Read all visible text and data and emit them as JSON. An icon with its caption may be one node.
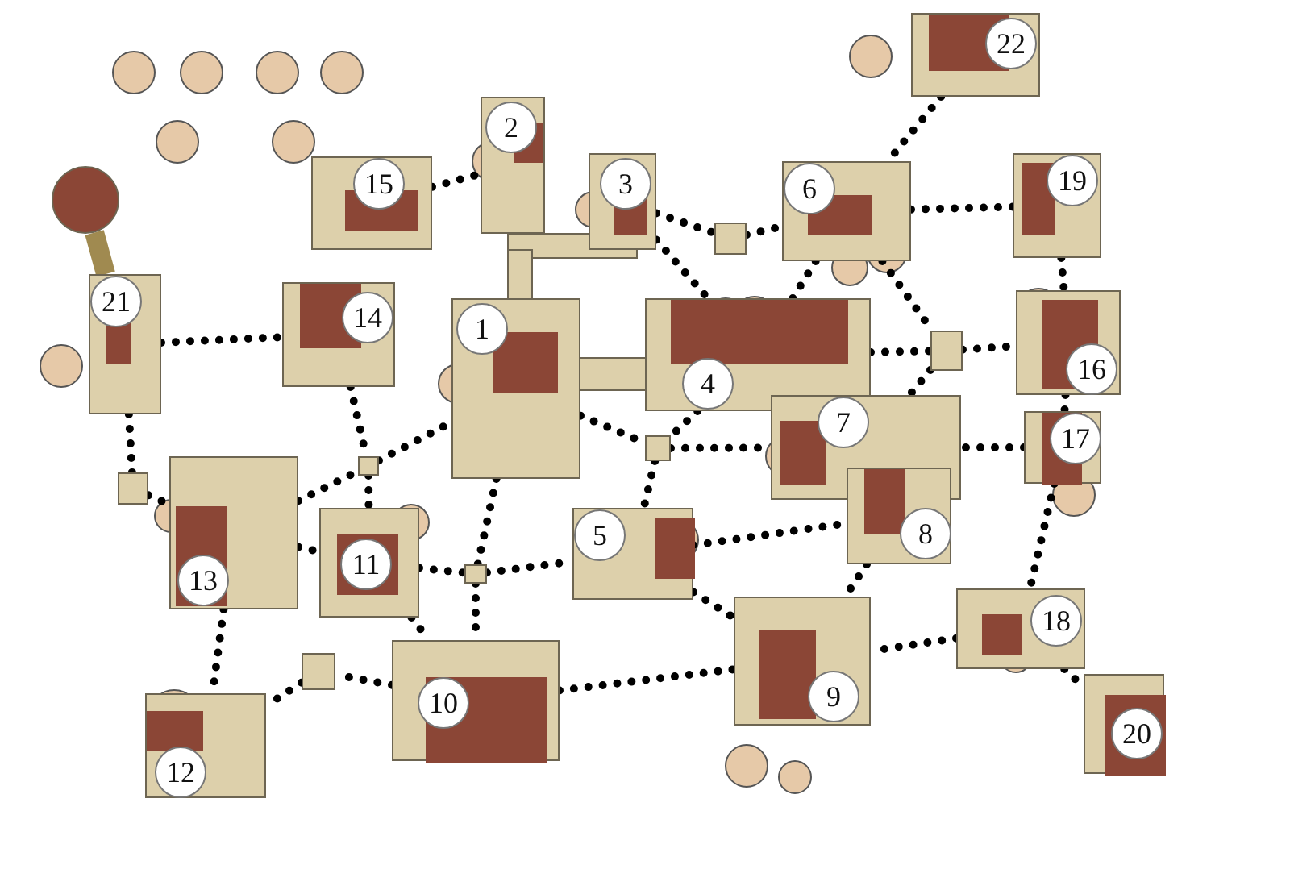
{
  "diagram": {
    "nodes": [
      {
        "text": [
          "1"
        ]
      },
      {
        "text": [
          "2"
        ]
      },
      {
        "text": [
          "3"
        ]
      },
      {
        "text": [
          "4"
        ]
      },
      {
        "text": [
          "5"
        ]
      },
      {
        "text": [
          "6"
        ]
      },
      {
        "text": [
          "7"
        ]
      },
      {
        "text": [
          "8"
        ]
      },
      {
        "text": [
          "9"
        ]
      },
      {
        "text": [
          "10"
        ]
      },
      {
        "text": [
          "11"
        ]
      },
      {
        "text": [
          "12"
        ]
      },
      {
        "text": [
          "13"
        ]
      },
      {
        "text": [
          "14"
        ]
      },
      {
        "text": [
          "15"
        ]
      },
      {
        "text": [
          "16"
        ]
      },
      {
        "text": [
          "17"
        ]
      },
      {
        "text": [
          "18"
        ]
      },
      {
        "text": [
          "19"
        ]
      },
      {
        "text": [
          "20"
        ]
      },
      {
        "text": [
          "21"
        ]
      },
      {
        "text": [
          "22"
        ]
      },
      {
        "text": [],
        "shape": "circle"
      },
      {
        "text": [],
        "shape": "box"
      },
      {
        "text": [],
        "shape": "box"
      },
      {
        "text": [],
        "shape": "box"
      },
      {
        "text": [],
        "shape": "box"
      },
      {
        "text": [],
        "shape": "box"
      },
      {
        "text": [],
        "shape": "box"
      },
      {
        "text": [],
        "shape": "box"
      }
    ],
    "edges": [
      {
        "from": 14,
        "to": 1,
        "arrow": "none",
        "style": "dashed"
      },
      {
        "from": 2,
        "to": 23,
        "arrow": "none",
        "style": "dashed"
      },
      {
        "from": 23,
        "to": 5,
        "arrow": "none",
        "style": "dashed"
      },
      {
        "from": 2,
        "to": 3,
        "arrow": "none",
        "style": "dashed"
      },
      {
        "from": 21,
        "to": 5,
        "arrow": "none",
        "style": "dashed"
      },
      {
        "from": 5,
        "to": 18,
        "arrow": "none",
        "style": "dashed"
      },
      {
        "from": 5,
        "to": 24,
        "arrow": "none",
        "style": "dashed"
      },
      {
        "from": 5,
        "to": 3,
        "arrow": "none",
        "style": "dashed"
      },
      {
        "from": 3,
        "to": 24,
        "arrow": "none",
        "style": "dashed"
      },
      {
        "from": 24,
        "to": 15,
        "arrow": "none",
        "style": "dashed"
      },
      {
        "from": 24,
        "to": 6,
        "arrow": "none",
        "style": "dashed"
      },
      {
        "from": 18,
        "to": 15,
        "arrow": "none",
        "style": "dashed"
      },
      {
        "from": 15,
        "to": 16,
        "arrow": "none",
        "style": "dashed"
      },
      {
        "from": 16,
        "to": 6,
        "arrow": "none",
        "style": "dashed"
      },
      {
        "from": 16,
        "to": 17,
        "arrow": "none",
        "style": "dashed"
      },
      {
        "from": 17,
        "to": 8,
        "arrow": "none",
        "style": "dashed"
      },
      {
        "from": 17,
        "to": 19,
        "arrow": "none",
        "style": "dashed"
      },
      {
        "from": 7,
        "to": 8,
        "arrow": "none",
        "style": "dashed"
      },
      {
        "from": 4,
        "to": 7,
        "arrow": "none",
        "style": "dashed"
      },
      {
        "from": 3,
        "to": 25,
        "arrow": "none",
        "style": "dashed"
      },
      {
        "from": 25,
        "to": 6,
        "arrow": "none",
        "style": "dashed"
      },
      {
        "from": 25,
        "to": 4,
        "arrow": "none",
        "style": "dashed"
      },
      {
        "from": 0,
        "to": 25,
        "arrow": "none",
        "style": "dashed"
      },
      {
        "from": 4,
        "to": 8,
        "arrow": "none",
        "style": "dashed"
      },
      {
        "from": 9,
        "to": 8,
        "arrow": "none",
        "style": "dashed"
      },
      {
        "from": 0,
        "to": 26,
        "arrow": "none",
        "style": "dashed"
      },
      {
        "from": 26,
        "to": 9,
        "arrow": "none",
        "style": "dashed"
      },
      {
        "from": 10,
        "to": 26,
        "arrow": "none",
        "style": "dashed"
      },
      {
        "from": 26,
        "to": 4,
        "arrow": "none",
        "style": "dashed"
      },
      {
        "from": 10,
        "to": 9,
        "arrow": "none",
        "style": "dashed"
      },
      {
        "from": 9,
        "to": 27,
        "arrow": "none",
        "style": "dashed"
      },
      {
        "from": 27,
        "to": 11,
        "arrow": "none",
        "style": "dashed"
      },
      {
        "from": 12,
        "to": 11,
        "arrow": "none",
        "style": "dashed"
      },
      {
        "from": 12,
        "to": 10,
        "arrow": "none",
        "style": "dashed"
      },
      {
        "from": 12,
        "to": 28,
        "arrow": "none",
        "style": "dashed"
      },
      {
        "from": 28,
        "to": 0,
        "arrow": "none",
        "style": "dashed"
      },
      {
        "from": 28,
        "to": 10,
        "arrow": "none",
        "style": "dashed"
      },
      {
        "from": 13,
        "to": 28,
        "arrow": "none",
        "style": "dashed"
      },
      {
        "from": 20,
        "to": 13,
        "arrow": "none",
        "style": "dashed"
      },
      {
        "from": 20,
        "to": 29,
        "arrow": "none",
        "style": "dashed"
      },
      {
        "from": 29,
        "to": 12,
        "arrow": "none",
        "style": "dashed"
      },
      {
        "from": 22,
        "to": 20,
        "arrow": "none",
        "style": "thick",
        "color": "#a08a50"
      }
    ]
  }
}
